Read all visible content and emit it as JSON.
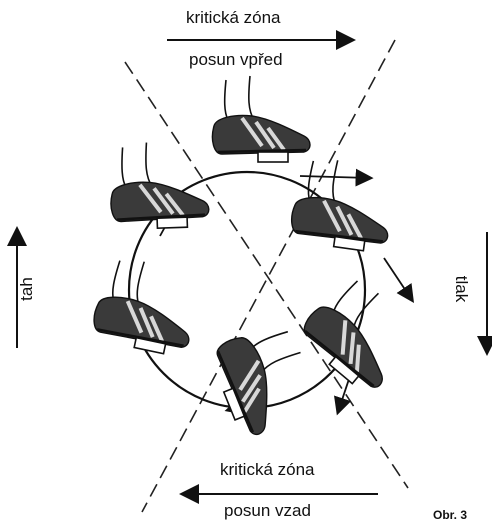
{
  "labels": {
    "top_zone": "kritická zóna",
    "top_motion": "posun vpřed",
    "bottom_zone": "kritická zóna",
    "bottom_motion": "posun vzad",
    "left_force": "tah",
    "right_force": "tlak",
    "figure_label": "Obr. 3"
  },
  "icons": {
    "shoe": "cycling-shoe-icon",
    "pedal": "pedal-icon",
    "arrow": "arrow-icon"
  },
  "colors": {
    "ink": "#111111",
    "shoe_fill": "#3a3a3a",
    "shoe_highlight": "#d8d8d8",
    "dash": "#222222"
  }
}
